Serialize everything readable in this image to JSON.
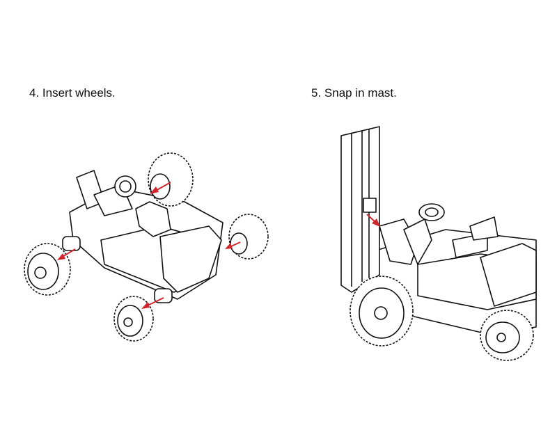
{
  "steps": [
    {
      "number": "4",
      "caption": "4. Insert wheels."
    },
    {
      "number": "5",
      "caption": "5. Snap in mast."
    }
  ],
  "colors": {
    "arrow": "#d0262b",
    "line": "#111111"
  }
}
